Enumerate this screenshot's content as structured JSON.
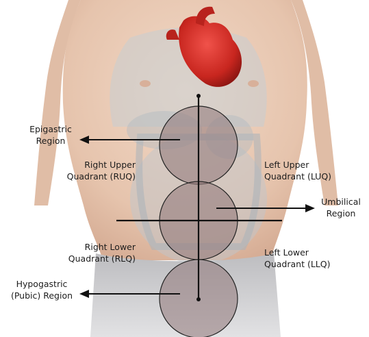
{
  "labels": {
    "epigastric": [
      "Epigastric",
      "Region"
    ],
    "ruq": [
      "Right Upper",
      "Quadrant (RUQ)"
    ],
    "luq": [
      "Left Upper",
      "Quadrant (LUQ)"
    ],
    "umbilical": [
      "Umbilical",
      "Region"
    ],
    "rlq": [
      "Right Lower",
      "Quadrant (RLQ)"
    ],
    "llq": [
      "Left Lower",
      "Quadrant (LLQ)"
    ],
    "hypogastric": [
      "Hypogastric",
      "(Pubic) Region"
    ]
  },
  "colors": {
    "skin": "#e9cbb6",
    "skin_shadow": "#d9b39b",
    "organ_overlay": "#b9c2c8",
    "region_circle": "#8f7779",
    "heart": "#d7302c",
    "line": "#111111",
    "shorts": "#c9c9cb"
  }
}
